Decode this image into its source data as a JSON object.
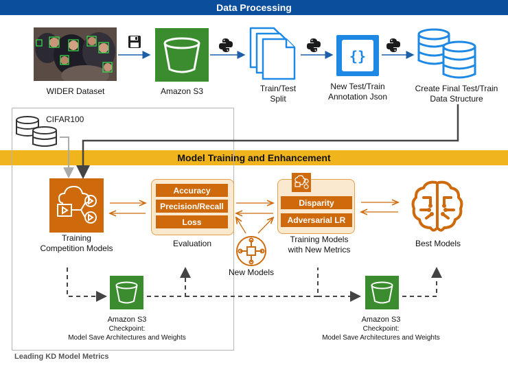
{
  "sections": {
    "data_processing": "Data Processing",
    "model_training": "Model Training and Enhancement",
    "leading_kd": "Leading KD Model Metrics"
  },
  "nodes": {
    "wider_dataset": "WIDER Dataset",
    "amazon_s3_top": "Amazon S3",
    "train_test_split": [
      "Train/Test",
      "Split"
    ],
    "annotation_json": [
      "New Test/Train",
      "Annotation Json"
    ],
    "final_data_structure": [
      "Create Final Test/Train",
      "Data Structure"
    ],
    "cifar100": "CIFAR100",
    "training_competition": [
      "Training",
      "Competition Models"
    ],
    "evaluation": "Evaluation",
    "metrics": [
      "Accuracy",
      "Precision/Recall",
      "Loss"
    ],
    "new_metrics": [
      "Disparity",
      "Adversarial LR"
    ],
    "training_new_metrics": [
      "Training Models",
      "with New Metrics"
    ],
    "new_models": "New Models",
    "best_models": "Best Models",
    "checkpoint_left": [
      "Amazon S3",
      "Checkpoint:",
      "Model Save Architectures and Weights"
    ],
    "checkpoint_right": [
      "Amazon S3",
      "Checkpoint:",
      "Model Save Architectures and Weights"
    ]
  },
  "icons": [
    "floppy-disk-icon",
    "python-icon",
    "bucket-icon",
    "documents-icon",
    "json-file-icon",
    "database-icon",
    "ml-training-icon",
    "brain-icon",
    "model-network-icon"
  ],
  "colors": {
    "blue_banner": "#0b4f9c",
    "yellow_banner": "#f0b51c",
    "orange": "#cf6a0c",
    "s3_green": "#3a8c2e",
    "icon_blue": "#1e88e5"
  }
}
